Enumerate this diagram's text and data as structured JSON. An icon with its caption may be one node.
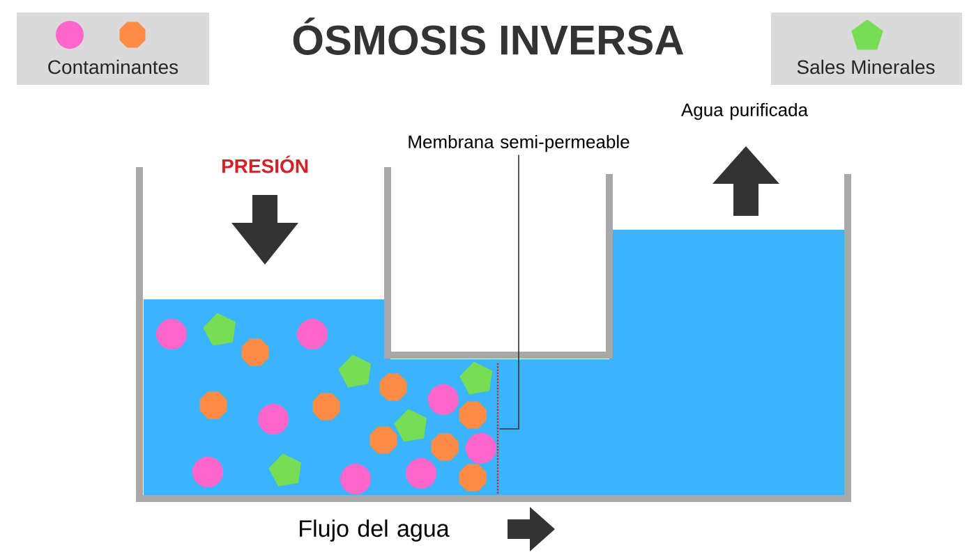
{
  "diagram": {
    "title": "ÓSMOSIS INVERSA",
    "nodes": [
      {
        "text": [
          "Membrana semi-permeable"
        ]
      },
      {
        "text": [],
        "shape": "line"
      }
    ],
    "edges": [
      {
        "from": 0,
        "to": 1,
        "arrow": "none"
      }
    ],
    "labels": [
      "PRESIÓN",
      "Agua purificada",
      "Flujo del agua"
    ],
    "legend": [
      {
        "text": "Contaminantes"
      },
      {
        "text": "Sales Minerales"
      }
    ]
  }
}
